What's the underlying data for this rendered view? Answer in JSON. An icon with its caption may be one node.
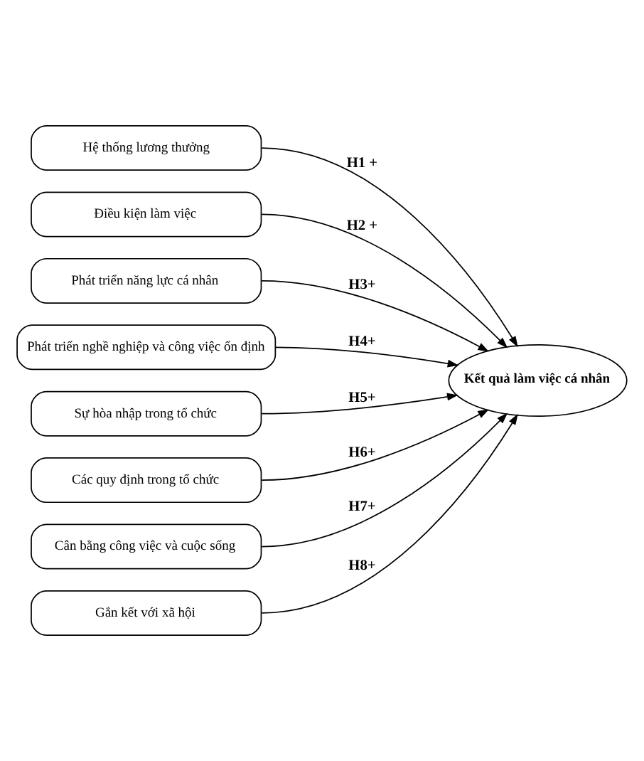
{
  "diagram": {
    "nodes": [
      {
        "text": [
          "Hệ thống lương thưởng"
        ]
      },
      {
        "text": [
          "Điều kiện làm việc"
        ]
      },
      {
        "text": [
          "Phát triển năng lực cá nhân"
        ]
      },
      {
        "text": [
          "Phát triển nghề nghiệp và công việc ổn định"
        ]
      },
      {
        "text": [
          "Sự hòa nhập trong tổ chức"
        ]
      },
      {
        "text": [
          "Các quy định trong tổ chức"
        ]
      },
      {
        "text": [
          "Cân bằng công việc và cuộc sống"
        ]
      },
      {
        "text": [
          "Gắn kết với xã hội"
        ]
      },
      {
        "text": [
          "Kết quả làm việc cá nhân"
        ]
      }
    ],
    "edges": [
      {
        "from": 0,
        "to": 8,
        "arrow": "to",
        "label": "H1 +"
      },
      {
        "from": 1,
        "to": 8,
        "arrow": "to",
        "label": "H2 +"
      },
      {
        "from": 2,
        "to": 8,
        "arrow": "to",
        "label": "H3+"
      },
      {
        "from": 3,
        "to": 8,
        "arrow": "to",
        "label": "H4+"
      },
      {
        "from": 4,
        "to": 8,
        "arrow": "to",
        "label": "H5+"
      },
      {
        "from": 5,
        "to": 8,
        "arrow": "to",
        "label": "H6+"
      },
      {
        "from": 6,
        "to": 8,
        "arrow": "to",
        "label": "H7+"
      },
      {
        "from": 7,
        "to": 8,
        "arrow": "to",
        "label": "H8+"
      }
    ]
  }
}
